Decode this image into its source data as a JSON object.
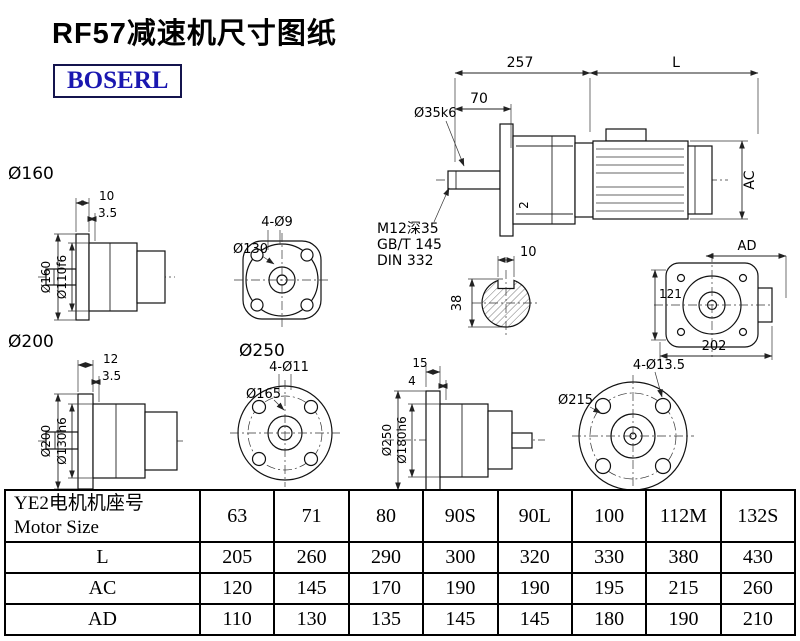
{
  "page": {
    "title": "RF57减速机尺寸图纸",
    "logo_text": "BOSERL"
  },
  "colors": {
    "logo_text": "#1a17b0",
    "logo_border": "#14144d",
    "line": "#111111"
  },
  "drawings": {
    "main_view": {
      "dim_257": "257",
      "dim_L": "L",
      "dim_70": "70",
      "shaft_dia": "Ø35k6",
      "dim_AC": "AC",
      "dim_2": "2",
      "tap_note_line1": "M12深35",
      "tap_note_line2": "GB/T 145",
      "tap_note_line3": "DIN 332"
    },
    "shaft_section": {
      "dim_10": "10",
      "dim_38": "38"
    },
    "motor_rear_view": {
      "dim_AD": "AD",
      "dim_121": "121",
      "dim_202": "202"
    },
    "flange_160_side": {
      "heading": "Ø160",
      "dim_10": "10",
      "dim_3_5": "3.5",
      "flange_dia": "Ø160",
      "spigot_dia": "Ø110f6"
    },
    "flange_130_front": {
      "bolt_holes": "4-Ø9",
      "bolt_circle": "Ø130"
    },
    "flange_200_side": {
      "heading": "Ø200",
      "dim_12": "12",
      "dim_3_5": "3.5",
      "flange_dia": "Ø200",
      "spigot_dia": "Ø130h6"
    },
    "flange_165_front": {
      "heading": "Ø250",
      "bolt_holes": "4-Ø11",
      "bolt_circle": "Ø165"
    },
    "flange_250_side": {
      "dim_15": "15",
      "dim_4": "4",
      "flange_dia": "Ø250",
      "spigot_dia": "Ø180h6"
    },
    "flange_215_front": {
      "bolt_holes": "4-Ø13.5",
      "bolt_circle": "Ø215"
    }
  },
  "table": {
    "header_label_cn": "YE2电机机座号",
    "header_label_en": "Motor Size",
    "motor_sizes": [
      "63",
      "71",
      "80",
      "90S",
      "90L",
      "100",
      "112M",
      "132S"
    ],
    "rows": [
      {
        "label": "L",
        "values": [
          "205",
          "260",
          "290",
          "300",
          "320",
          "330",
          "380",
          "430"
        ]
      },
      {
        "label": "AC",
        "values": [
          "120",
          "145",
          "170",
          "190",
          "190",
          "195",
          "215",
          "260"
        ]
      },
      {
        "label": "AD",
        "values": [
          "110",
          "130",
          "135",
          "145",
          "145",
          "180",
          "190",
          "210"
        ]
      }
    ]
  }
}
